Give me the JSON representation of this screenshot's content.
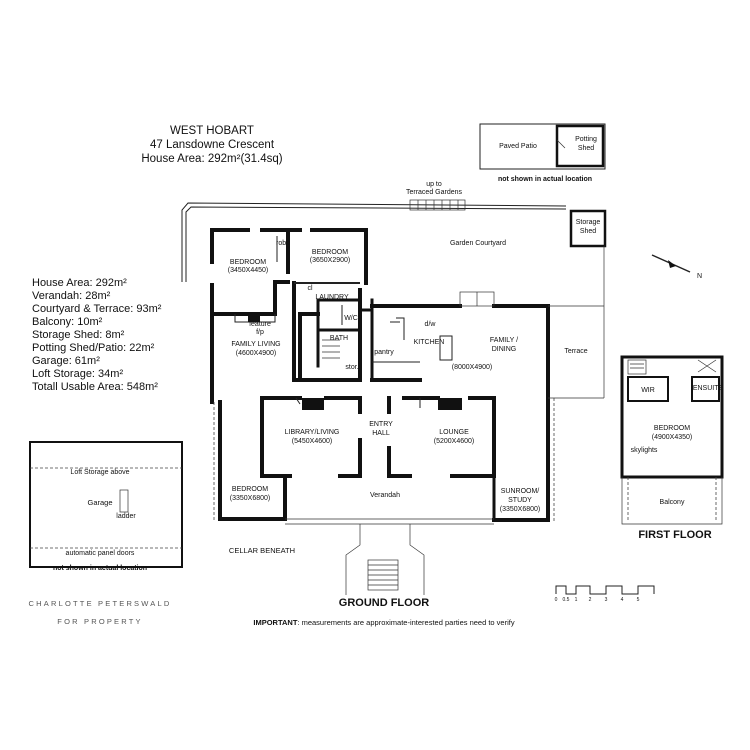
{
  "header": {
    "suburb": "WEST HOBART",
    "address": "47 Lansdowne Crescent",
    "house_area": "House Area: 292m²(31.4sq)"
  },
  "stats": [
    "House Area: 292m²",
    "Verandah: 28m²",
    "Courtyard & Terrace: 93m²",
    "Balcony: 10m²",
    "Storage Shed: 8m²",
    "Potting Shed/Patio: 22m²",
    "Garage: 61m²",
    "Loft Storage: 34m²",
    "Totall Usable Area: 548m²"
  ],
  "outbuildings": {
    "paved_patio": "Paved Patio",
    "potting": "Potting",
    "shed": "Shed",
    "not_shown": "not shown in actual location",
    "storage": "Storage",
    "storage_shed": "Shed"
  },
  "ground": {
    "up_to": "up to",
    "terraced_gardens": "Terraced Gardens",
    "garden_courtyard": "Garden Courtyard",
    "bedroom1_name": "BEDROOM",
    "bedroom1_dim": "(3450X4450)",
    "robe": "robe",
    "bedroom2_name": "BEDROOM",
    "bedroom2_dim": "(3650X2900)",
    "cl": "cl",
    "laundry": "LAUNDRY",
    "wc": "W/C",
    "dw": "d/w",
    "feature_fp": "feature",
    "fp": "f/p",
    "family_living": "FAMILY LIVING",
    "family_living_dim": "(4600X4900)",
    "bath": "BATH",
    "pantry": "pantry",
    "kitchen": "KITCHEN",
    "family_dining": "FAMILY /",
    "family_dining2": "DINING",
    "family_dining_dim": "(8000X4900)",
    "terrace": "Terrace",
    "stor": "stor.",
    "library": "LIBRARY/LIVING",
    "library_dim": "(5450X4600)",
    "entry": "ENTRY",
    "hall": "HALL",
    "lounge": "LOUNGE",
    "lounge_dim": "(5200X4600)",
    "bedroom3_name": "BEDROOM",
    "bedroom3_dim": "(3350X6800)",
    "verandah": "Verandah",
    "sunroom": "SUNROOM/",
    "study": "STUDY",
    "sunroom_dim": "(3350X6800)",
    "cellar": "CELLAR BENEATH",
    "floor_label": "GROUND FLOOR"
  },
  "garage": {
    "loft": "Loft Storage above",
    "name": "Garage",
    "ladder": "ladder",
    "doors": "automatic panel doors",
    "not_shown": "not shown in actual location"
  },
  "first_floor": {
    "wir": "WIR",
    "ensuite": "ENSUITE",
    "bedroom": "BEDROOM",
    "bedroom_dim": "(4900X4350)",
    "skylights": "skylights",
    "balcony": "Balcony",
    "floor_label": "FIRST FLOOR"
  },
  "compass": {
    "north": "N"
  },
  "scale": {
    "labels": [
      "0",
      "0.5",
      "1",
      "2",
      "3",
      "4",
      "5"
    ]
  },
  "footer": {
    "important_bold": "IMPORTANT",
    "important_rest": ": measurements are approximate-interested parties need to verify"
  },
  "brand": {
    "line1": "CHARLOTTE PETERSWALD",
    "line2": "FOR PROPERTY"
  }
}
